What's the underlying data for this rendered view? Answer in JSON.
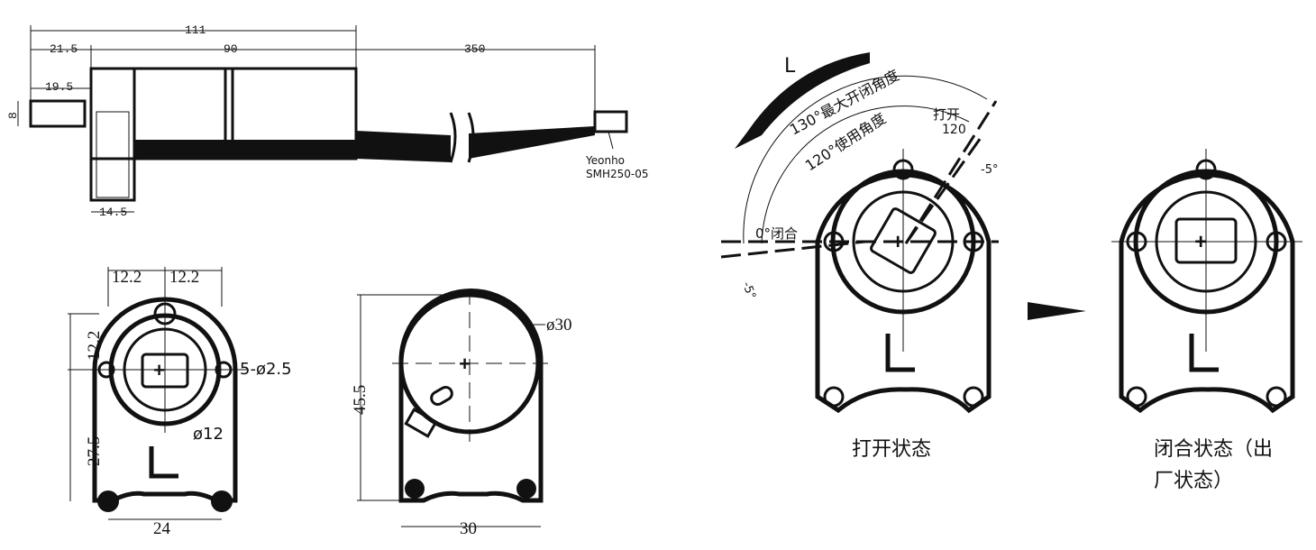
{
  "top_view": {
    "dim_total": "111",
    "dim_21_5": "21.5",
    "dim_90": "90",
    "dim_350": "350",
    "dim_19_5": "19.5",
    "dim_8": "8",
    "dim_14_5": "14.5",
    "connector_brand": "Yeonho",
    "connector_model": "SMH250-05"
  },
  "front_view": {
    "dim_12_2_left": "12.2",
    "dim_12_2_right": "12.2",
    "dim_12_2_vert": "12.2",
    "dim_27_5": "27.5",
    "dim_24": "24",
    "hole_label": "5-ø2.5",
    "bore_label": "ø12"
  },
  "back_view": {
    "dim_diameter": "ø30",
    "dim_height": "45.5",
    "dim_width": "30"
  },
  "angle_view": {
    "direction_label": "L",
    "max_open_angle": "130°最大开闭角度",
    "use_angle": "120°使用角度",
    "open_label": "打开",
    "open_value": "120",
    "minus5_top": "-5°",
    "closed_label": "0°闭合",
    "minus5_bottom": "-5°",
    "open_state": "打开状态",
    "closed_state_line1": "闭合状态（出",
    "closed_state_line2": "厂状态）"
  }
}
